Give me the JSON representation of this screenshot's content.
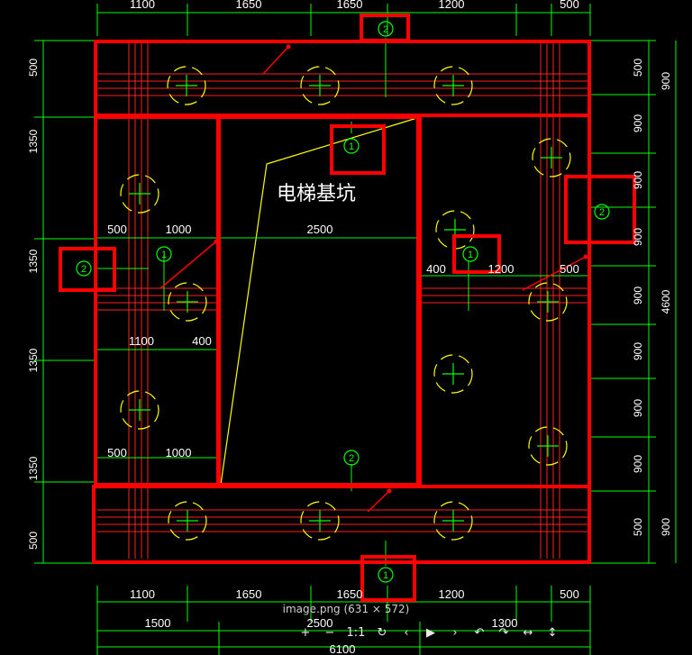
{
  "viewer": {
    "file_caption": "image.png (631 × 572)",
    "toolbar": [
      {
        "name": "zoom-in-icon",
        "glyph": "+"
      },
      {
        "name": "zoom-out-icon",
        "glyph": "−"
      },
      {
        "name": "actual-size-button",
        "glyph": "1:1"
      },
      {
        "name": "rotate-icon",
        "glyph": "↻"
      },
      {
        "name": "previous-icon",
        "glyph": "‹"
      },
      {
        "name": "play-icon",
        "glyph": "▶"
      },
      {
        "name": "next-icon",
        "glyph": "›"
      },
      {
        "name": "undo-icon",
        "glyph": "↶"
      },
      {
        "name": "redo-icon",
        "glyph": "↷"
      },
      {
        "name": "fit-width-icon",
        "glyph": "↔"
      },
      {
        "name": "fit-height-icon",
        "glyph": "↕"
      }
    ]
  },
  "drawing": {
    "pit_label": "电梯基坑",
    "dims_top": [
      "1100",
      "1650",
      "1650",
      "1200",
      "500"
    ],
    "dims_bottom": [
      "1100",
      "1650",
      "1650",
      "1200",
      "500"
    ],
    "dims_bottom2": [
      "1500",
      "2500",
      "1300"
    ],
    "dim_total_bottom": "6100",
    "dims_left": [
      "500",
      "1350",
      "1350",
      "1350",
      "1350",
      "500"
    ],
    "dims_right": [
      "500",
      "900",
      "900",
      "900",
      "900",
      "900",
      "900",
      "900",
      "500"
    ],
    "dims_right_outer": [
      "900",
      "4600",
      "900"
    ],
    "mid_dims_left_upper": [
      "500",
      "1000"
    ],
    "mid_dims_left_lower": [
      "1100",
      "400"
    ],
    "mid_dims_left_bottom": [
      "500",
      "1000"
    ],
    "mid_dims_right": [
      "400",
      "1200",
      "500"
    ],
    "mid_dim_pit": "2500",
    "markers": [
      "2",
      "1",
      "2",
      "1",
      "1",
      "2",
      "2",
      "1"
    ]
  },
  "colors": {
    "green": "#00ff00",
    "red": "#ff2020",
    "yellow": "#ffff00",
    "white": "#ffffff",
    "highlight": "#ff0000"
  }
}
